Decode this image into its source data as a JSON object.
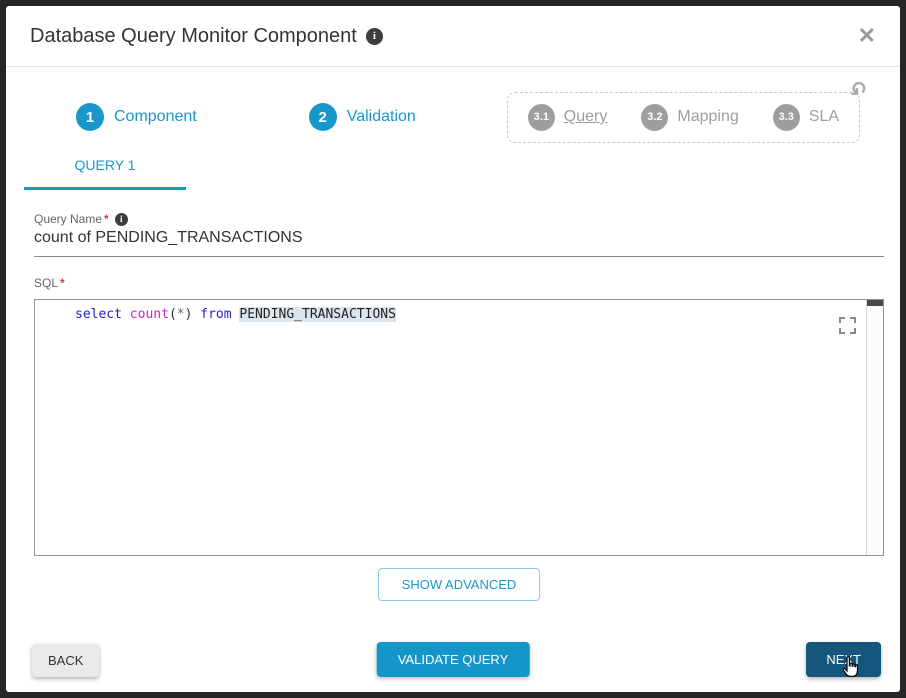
{
  "dialog": {
    "title": "Database Query Monitor Component",
    "info_icon": "i",
    "close_icon": "✕"
  },
  "steps": {
    "step1": {
      "number": "1",
      "label": "Component"
    },
    "step2": {
      "number": "2",
      "label": "Validation"
    },
    "substeps": [
      {
        "number": "3.1",
        "label": "Query"
      },
      {
        "number": "3.2",
        "label": "Mapping"
      },
      {
        "number": "3.3",
        "label": "SLA"
      }
    ],
    "refresh_icon": "↻"
  },
  "tab": {
    "label": "QUERY 1"
  },
  "form": {
    "query_name": {
      "label": "Query Name",
      "required_mark": "*",
      "info_icon": "i",
      "value": "count of PENDING_TRANSACTIONS"
    },
    "sql": {
      "label": "SQL",
      "required_mark": "*"
    }
  },
  "editor": {
    "code_text": "select count(*) from PENDING_TRANSACTIONS",
    "code_tokens": [
      {
        "text": "select ",
        "type": "keyword"
      },
      {
        "text": "count",
        "type": "function"
      },
      {
        "text": "(",
        "type": "bracket"
      },
      {
        "text": "*",
        "type": "star"
      },
      {
        "text": ") ",
        "type": "bracket"
      },
      {
        "text": "from ",
        "type": "keyword"
      },
      {
        "text": "PENDING_TRANSACTIONS",
        "type": "selected"
      }
    ]
  },
  "buttons": {
    "show_advanced": "SHOW ADVANCED",
    "back": "BACK",
    "validate_query": "VALIDATE QUERY",
    "next": "NEXT"
  },
  "colors": {
    "accent_blue": "#1a97ca",
    "validate_blue": "#1496c8",
    "next_dark_blue": "#15567c",
    "inactive_gray": "#9e9e9e",
    "keyword_blue": "#2222cc",
    "function_magenta": "#cc22cc",
    "selection_bg": "#dce4ec"
  }
}
